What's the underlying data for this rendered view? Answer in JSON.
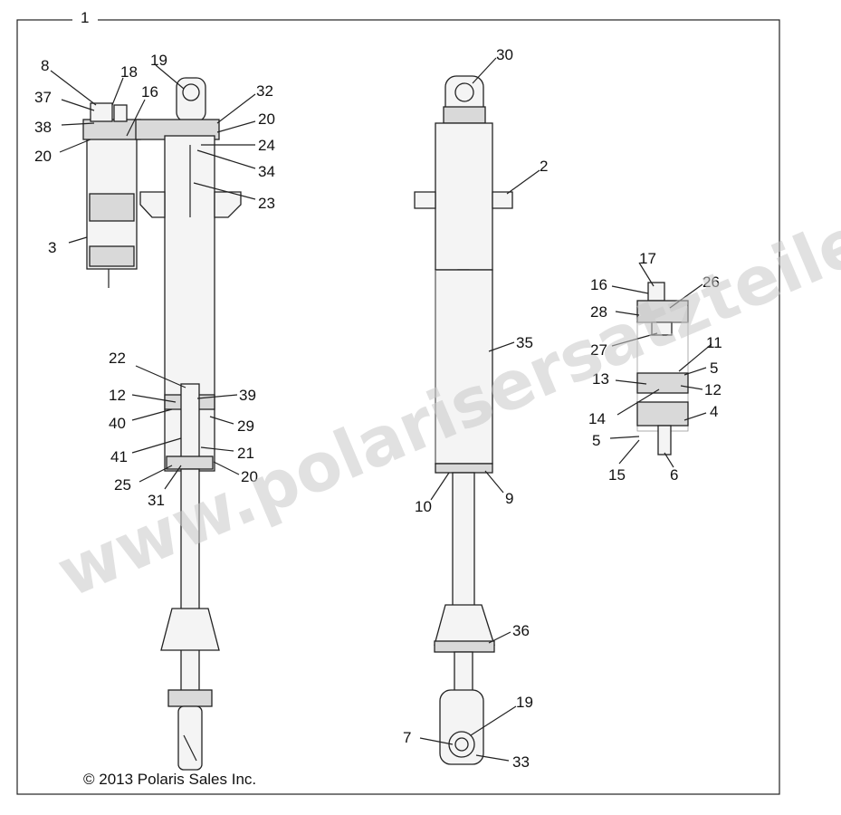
{
  "callouts": {
    "c1": "1",
    "c2": "2",
    "c3": "3",
    "c4": "4",
    "c5a": "5",
    "c5b": "5",
    "c6": "6",
    "c7": "7",
    "c8": "8",
    "c9": "9",
    "c10": "10",
    "c11": "11",
    "c12a": "12",
    "c12b": "12",
    "c13": "13",
    "c14": "14",
    "c15": "15",
    "c16a": "16",
    "c16b": "16",
    "c17": "17",
    "c18": "18",
    "c19a": "19",
    "c19b": "19",
    "c20a": "20",
    "c20b": "20",
    "c20c": "20",
    "c21": "21",
    "c22": "22",
    "c23": "23",
    "c24": "24",
    "c25": "25",
    "c26": "26",
    "c27": "27",
    "c28": "28",
    "c29": "29",
    "c30": "30",
    "c31": "31",
    "c32": "32",
    "c33": "33",
    "c34": "34",
    "c35": "35",
    "c36": "36",
    "c37": "37",
    "c38": "38",
    "c39": "39",
    "c40": "40",
    "c41": "41"
  },
  "copyright": "© 2013 Polaris Sales Inc.",
  "watermark": "www.polarisersatzteile.de",
  "colors": {
    "ink": "#222222",
    "watermark": "#c9c9c9",
    "background": "#ffffff"
  }
}
